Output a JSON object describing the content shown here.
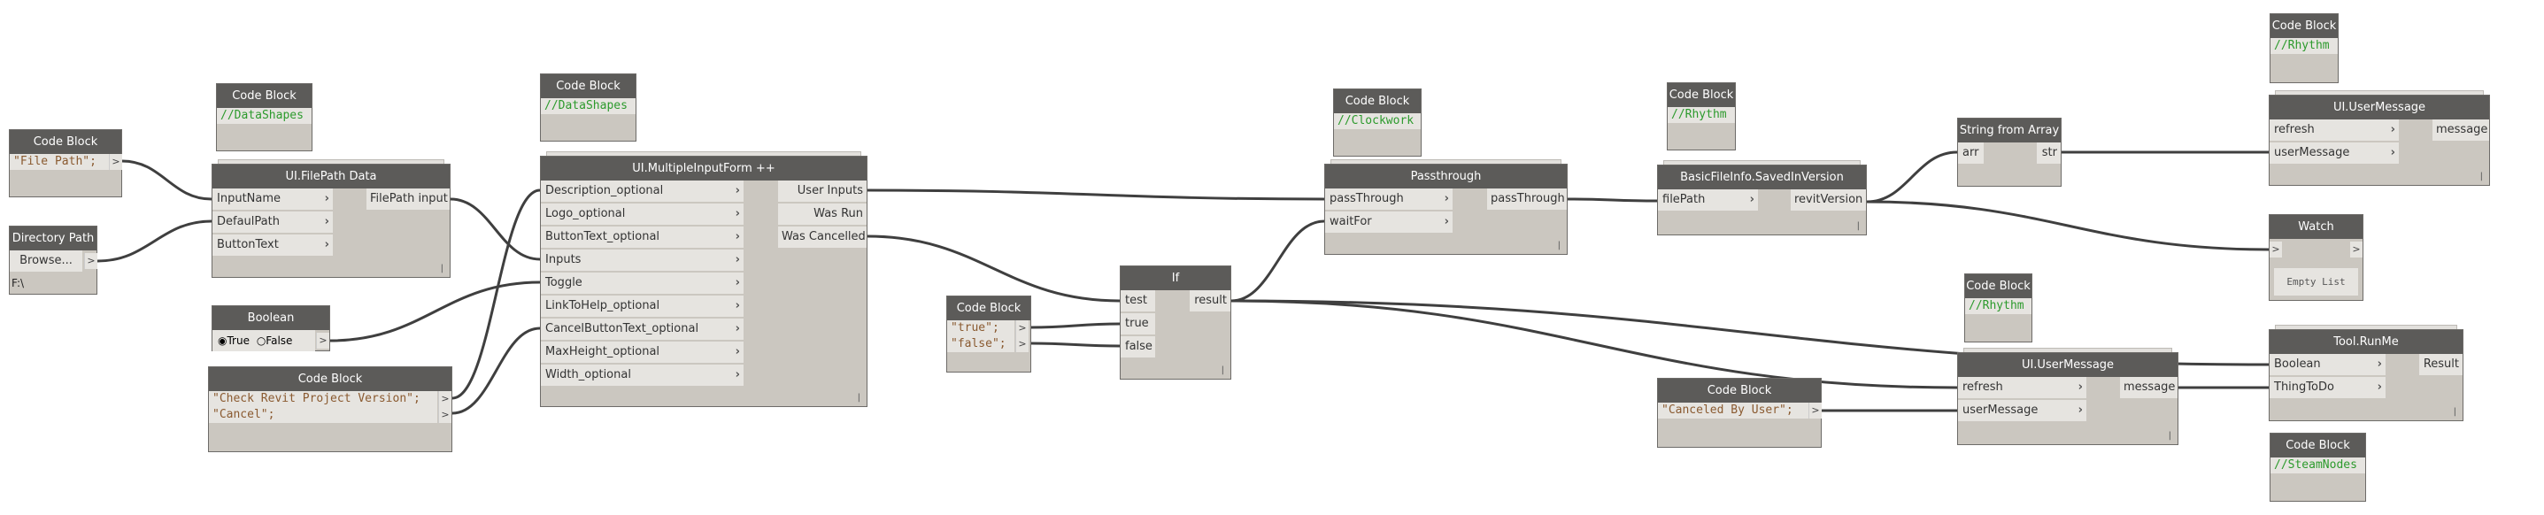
{
  "colors": {
    "header": "#5c5b59",
    "body": "#cbc7c0",
    "port": "#e6e4e0",
    "comment": "#2c9a2c",
    "string": "#8a5a30",
    "wire": "#3f3f3f"
  },
  "nodes": {
    "cb_filepath": {
      "title": "Code Block",
      "code": [
        "\"File Path\";"
      ]
    },
    "cb_datashapes1": {
      "title": "Code Block",
      "code": [
        "//DataShapes"
      ]
    },
    "filepath_data": {
      "title": "UI.FilePath Data",
      "inputs": [
        "InputName",
        "DefaulPath",
        "ButtonText"
      ],
      "outputs": [
        "FilePath input"
      ]
    },
    "directory_path": {
      "title": "Directory Path",
      "button": "Browse...",
      "value": "F:\\"
    },
    "boolean": {
      "title": "Boolean",
      "options": [
        "True",
        "False"
      ],
      "selected": "True"
    },
    "cb_check": {
      "title": "Code Block",
      "code": [
        "\"Check Revit Project Version\";",
        "\"Cancel\";"
      ]
    },
    "cb_datashapes2": {
      "title": "Code Block",
      "code": [
        "//DataShapes"
      ]
    },
    "mif": {
      "title": "UI.MultipleInputForm ++",
      "inputs": [
        "Description_optional",
        "Logo_optional",
        "ButtonText_optional",
        "Inputs",
        "Toggle",
        "LinkToHelp_optional",
        "CancelButtonText_optional",
        "MaxHeight_optional",
        "Width_optional"
      ],
      "outputs": [
        "User Inputs",
        "Was Run",
        "Was Cancelled"
      ]
    },
    "cb_truefalse": {
      "title": "Code Block",
      "code": [
        "\"true\";",
        "\"false\";"
      ]
    },
    "if": {
      "title": "If",
      "inputs": [
        "test",
        "true",
        "false"
      ],
      "outputs": [
        "result"
      ]
    },
    "cb_clockwork": {
      "title": "Code Block",
      "code": [
        "//Clockwork"
      ]
    },
    "passthrough": {
      "title": "Passthrough",
      "inputs": [
        "passThrough",
        "waitFor"
      ],
      "outputs": [
        "passThrough"
      ]
    },
    "cb_rhythm1": {
      "title": "Code Block",
      "code": [
        "//Rhythm"
      ]
    },
    "basicfileinfo": {
      "title": "BasicFileInfo.SavedInVersion",
      "inputs": [
        "filePath"
      ],
      "outputs": [
        "revitVersion"
      ]
    },
    "string_from_array": {
      "title": "String from Array",
      "inputs": [
        "arr"
      ],
      "outputs": [
        "str"
      ]
    },
    "cb_rhythm2": {
      "title": "Code Block",
      "code": [
        "//Rhythm"
      ]
    },
    "usermessage1": {
      "title": "UI.UserMessage",
      "inputs": [
        "refresh",
        "userMessage"
      ],
      "outputs": [
        "message"
      ]
    },
    "watch": {
      "title": "Watch",
      "value": "Empty List"
    },
    "cb_rhythm3": {
      "title": "Code Block",
      "code": [
        "//Rhythm"
      ]
    },
    "usermessage2": {
      "title": "UI.UserMessage",
      "inputs": [
        "refresh",
        "userMessage"
      ],
      "outputs": [
        "message"
      ]
    },
    "cb_canceled": {
      "title": "Code Block",
      "code": [
        "\"Canceled By User\";"
      ]
    },
    "runme": {
      "title": "Tool.RunMe",
      "inputs": [
        "Boolean",
        "ThingToDo"
      ],
      "outputs": [
        "Result"
      ]
    },
    "cb_steamnodes": {
      "title": "Code Block",
      "code": [
        "//SteamNodes"
      ]
    }
  }
}
